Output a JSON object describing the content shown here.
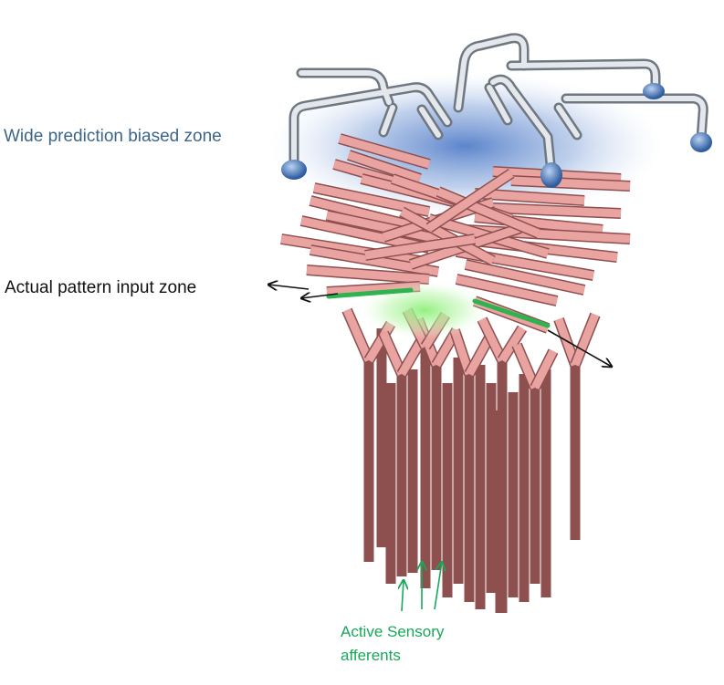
{
  "labels": {
    "prediction_zone": "Wide prediction biased zone",
    "input_zone": "Actual pattern input zone",
    "sensory_line1": "Active Sensory",
    "sensory_line2": "afferents"
  },
  "colors": {
    "prediction_text": "#3c6689",
    "input_text": "#111111",
    "sensory_text": "#17a85a",
    "dendrite": "#e9a3a1",
    "dendrite_edge": "#8e4f4f",
    "axon_metal": "#c8cdd4",
    "axon_bulb": "#4a78b8",
    "glow_blue": "#3f6fc2",
    "glow_green": "#8df07a",
    "afferent_top": "#ffd31a",
    "afferent_bottom": "#d42424",
    "active_afferent": "#1fa64a"
  }
}
